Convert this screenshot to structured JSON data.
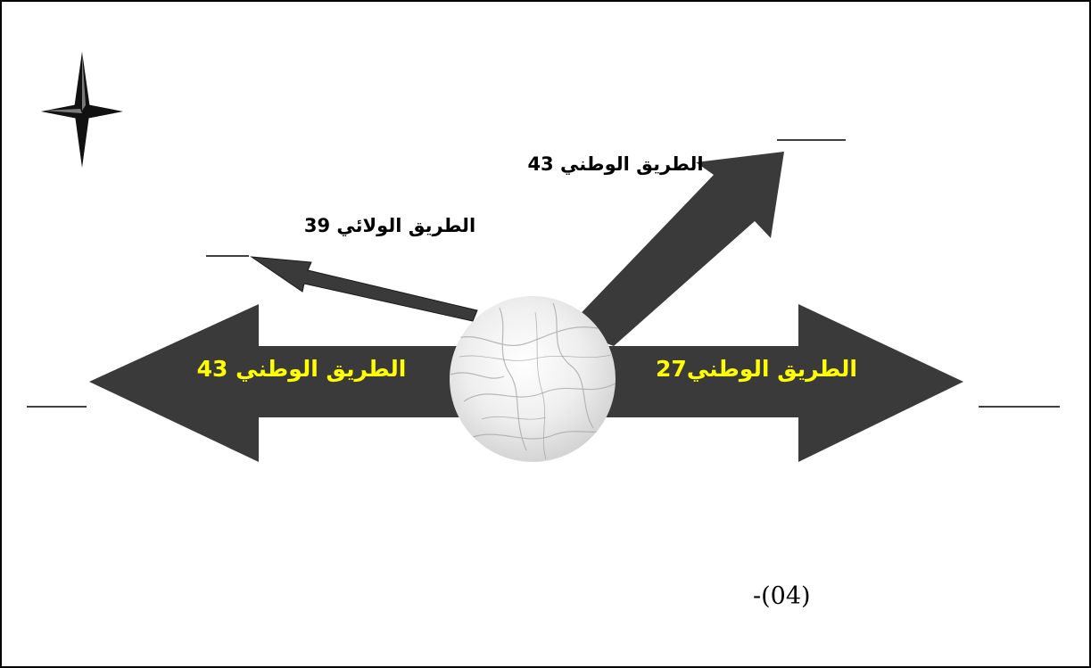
{
  "labels": {
    "west_road": "الطريق الوطني 43",
    "east_road": "الطريق الوطني27",
    "northwest_road": "الطريق الولائي 39",
    "northeast_road": "الطريق الوطني 43",
    "figure_number": "-(04)"
  },
  "colors": {
    "arrow_fill": "#3a3a3a",
    "main_label": "#ffff00",
    "secondary_label": "#000000",
    "frame": "#000000",
    "hub_base": "#e8e8e8"
  },
  "icons": {
    "compass": "north-star-icon",
    "hub": "marble-circle"
  }
}
